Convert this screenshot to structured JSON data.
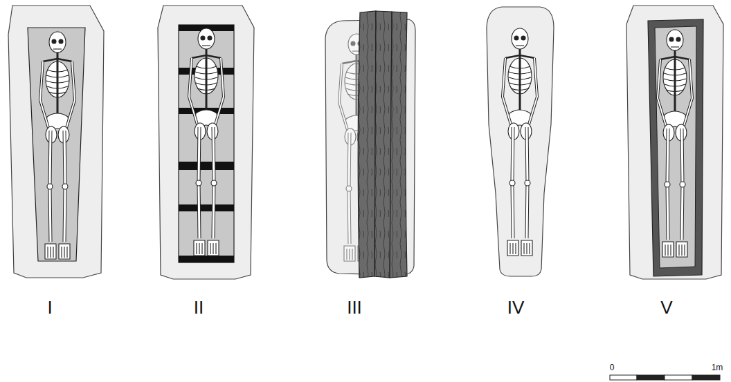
{
  "diagram": {
    "labels": [
      "I",
      "II",
      "III",
      "IV",
      "V",
      "0",
      "1m"
    ]
  }
}
